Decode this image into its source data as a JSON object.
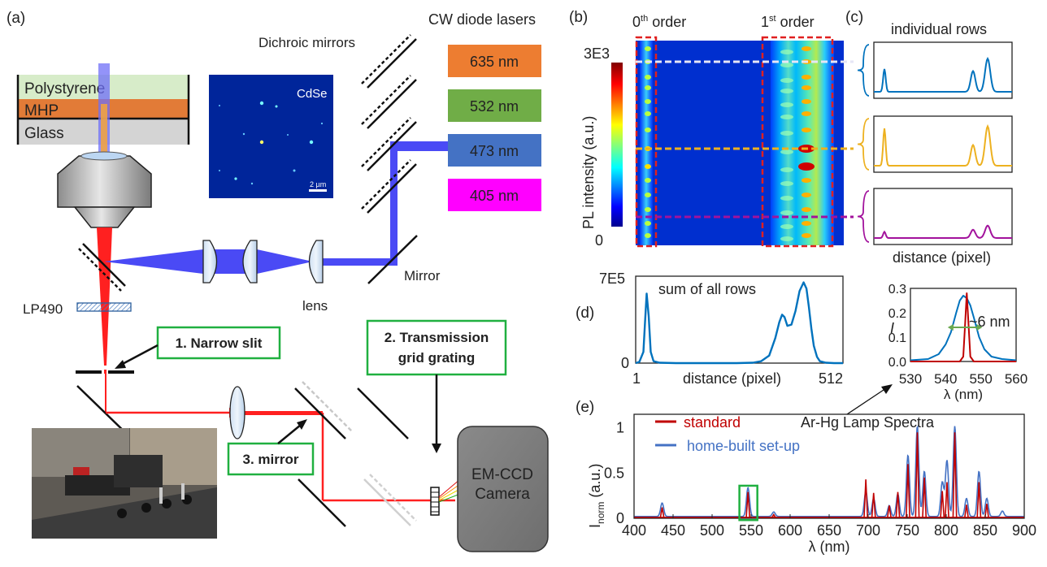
{
  "panel_labels": {
    "a": "(a)",
    "b": "(b)",
    "c": "(c)",
    "d": "(d)",
    "e": "(e)"
  },
  "setup": {
    "sample_layers": [
      "Polystyrene",
      "MHP",
      "Glass"
    ],
    "cdse_label": "CdSe",
    "scale_bar": "2 µm",
    "dichroic_label": "Dichroic mirrors",
    "laser_header": "CW  diode lasers",
    "lasers": [
      {
        "label": "635 nm",
        "color": "#ED7D31"
      },
      {
        "label": "532 nm",
        "color": "#70AD47"
      },
      {
        "label": "473 nm",
        "color": "#4472C4"
      },
      {
        "label": "405 nm",
        "color": "#FF00FF"
      }
    ],
    "mirror_label": "Mirror",
    "lens_label": "lens",
    "lp_label": "LP490",
    "callouts": {
      "slit": "1. Narrow slit",
      "grating_line1": "2. Transmission",
      "grating_line2": "grid grating",
      "mirror": "3. mirror"
    },
    "camera_line1": "EM-CCD",
    "camera_line2": "Camera"
  },
  "panel_b": {
    "order0": "0",
    "order0_sup": "th",
    "order0_rest": " order",
    "order1": "1",
    "order1_sup": "st",
    "order1_rest": " order",
    "colorbar_max": "3E3",
    "colorbar_min": "0",
    "ylabel": "PL intensity (a.u.)"
  },
  "panel_c": {
    "title": "individual rows",
    "xlabel": "distance (pixel)",
    "row_colors": [
      "#0072BD",
      "#EDB120",
      "#A2129C"
    ]
  },
  "chart_data": [
    {
      "type": "line",
      "panel": "d",
      "title": "sum of all rows",
      "xlabel": "distance (pixel)",
      "ylabel": "",
      "xlim": [
        1,
        512
      ],
      "ylim": [
        0,
        700000
      ],
      "xticks": [
        "1",
        "512"
      ],
      "yticks": [
        "0",
        "7E5"
      ],
      "series": [
        {
          "color": "#0072BD",
          "x": [
            1,
            10,
            20,
            24,
            28,
            33,
            38,
            45,
            60,
            100,
            150,
            200,
            250,
            290,
            310,
            330,
            345,
            355,
            362,
            368,
            375,
            385,
            395,
            405,
            415,
            422,
            428,
            434,
            440,
            448,
            455,
            470,
            490,
            512
          ],
          "y": [
            0,
            10000,
            90000,
            330000,
            560000,
            380000,
            90000,
            15000,
            3000,
            0,
            0,
            0,
            0,
            3000,
            15000,
            60000,
            200000,
            330000,
            390000,
            370000,
            300000,
            310000,
            420000,
            580000,
            650000,
            600000,
            450000,
            280000,
            140000,
            50000,
            15000,
            3000,
            0,
            0
          ]
        }
      ]
    },
    {
      "type": "line",
      "panel": "d-inset",
      "title": "",
      "xlabel": "λ (nm)",
      "ylabel": "I",
      "xlim": [
        530,
        560
      ],
      "ylim": [
        0,
        0.3
      ],
      "xticks": [
        "530",
        "540",
        "550",
        "560"
      ],
      "yticks": [
        "0.0",
        "0.1",
        "0.2",
        "0.3"
      ],
      "annotation": "~6 nm",
      "series": [
        {
          "color": "#0072BD",
          "x": [
            530,
            535,
            538,
            540,
            541.5,
            543,
            544,
            545,
            546,
            547,
            548,
            549.5,
            551,
            553,
            556,
            560
          ],
          "y": [
            0.005,
            0.01,
            0.03,
            0.07,
            0.12,
            0.2,
            0.25,
            0.27,
            0.26,
            0.23,
            0.18,
            0.1,
            0.05,
            0.02,
            0.01,
            0.005
          ]
        },
        {
          "color": "#C00000",
          "x": [
            530,
            544,
            545,
            545.5,
            546,
            546.5,
            547,
            548,
            560
          ],
          "y": [
            0.0,
            0.0,
            0.02,
            0.15,
            0.28,
            0.15,
            0.02,
            0.0,
            0.0
          ]
        }
      ]
    },
    {
      "type": "line",
      "panel": "e",
      "title": "Ar-Hg Lamp Spectra",
      "xlabel": "λ (nm)",
      "ylabel": "I",
      "ylabel_sub": "norm",
      "ylabel_rest": " (a.u.)",
      "xlim": [
        400,
        900
      ],
      "ylim": [
        0,
        1.15
      ],
      "xticks": [
        "400",
        "450",
        "500",
        "550",
        "600",
        "650",
        "700",
        "750",
        "800",
        "850",
        "900"
      ],
      "yticks": [
        "0",
        "0.5",
        "1"
      ],
      "sticks": {
        "x": [
          436,
          546,
          579,
          697,
          707,
          727,
          738,
          751,
          763,
          772,
          795,
          801,
          811,
          826,
          842,
          852
        ],
        "y": [
          0.12,
          0.29,
          0.04,
          0.43,
          0.28,
          0.14,
          0.29,
          0.6,
          0.95,
          0.45,
          0.3,
          0.4,
          0.95,
          0.15,
          0.4,
          0.16
        ]
      },
      "series": [
        {
          "name": "standard",
          "color": "#C00000"
        },
        {
          "name": "home-built set-up",
          "color": "#4472C4",
          "x": [
            436,
            546,
            579,
            697,
            707,
            727,
            738,
            751,
            763,
            772,
            795,
            801,
            811,
            826,
            842,
            852,
            872
          ],
          "y": [
            0.15,
            0.32,
            0.05,
            0.28,
            0.2,
            0.12,
            0.25,
            0.68,
            1.0,
            0.5,
            0.38,
            0.62,
            1.0,
            0.2,
            0.5,
            0.2,
            0.06
          ]
        }
      ]
    }
  ]
}
